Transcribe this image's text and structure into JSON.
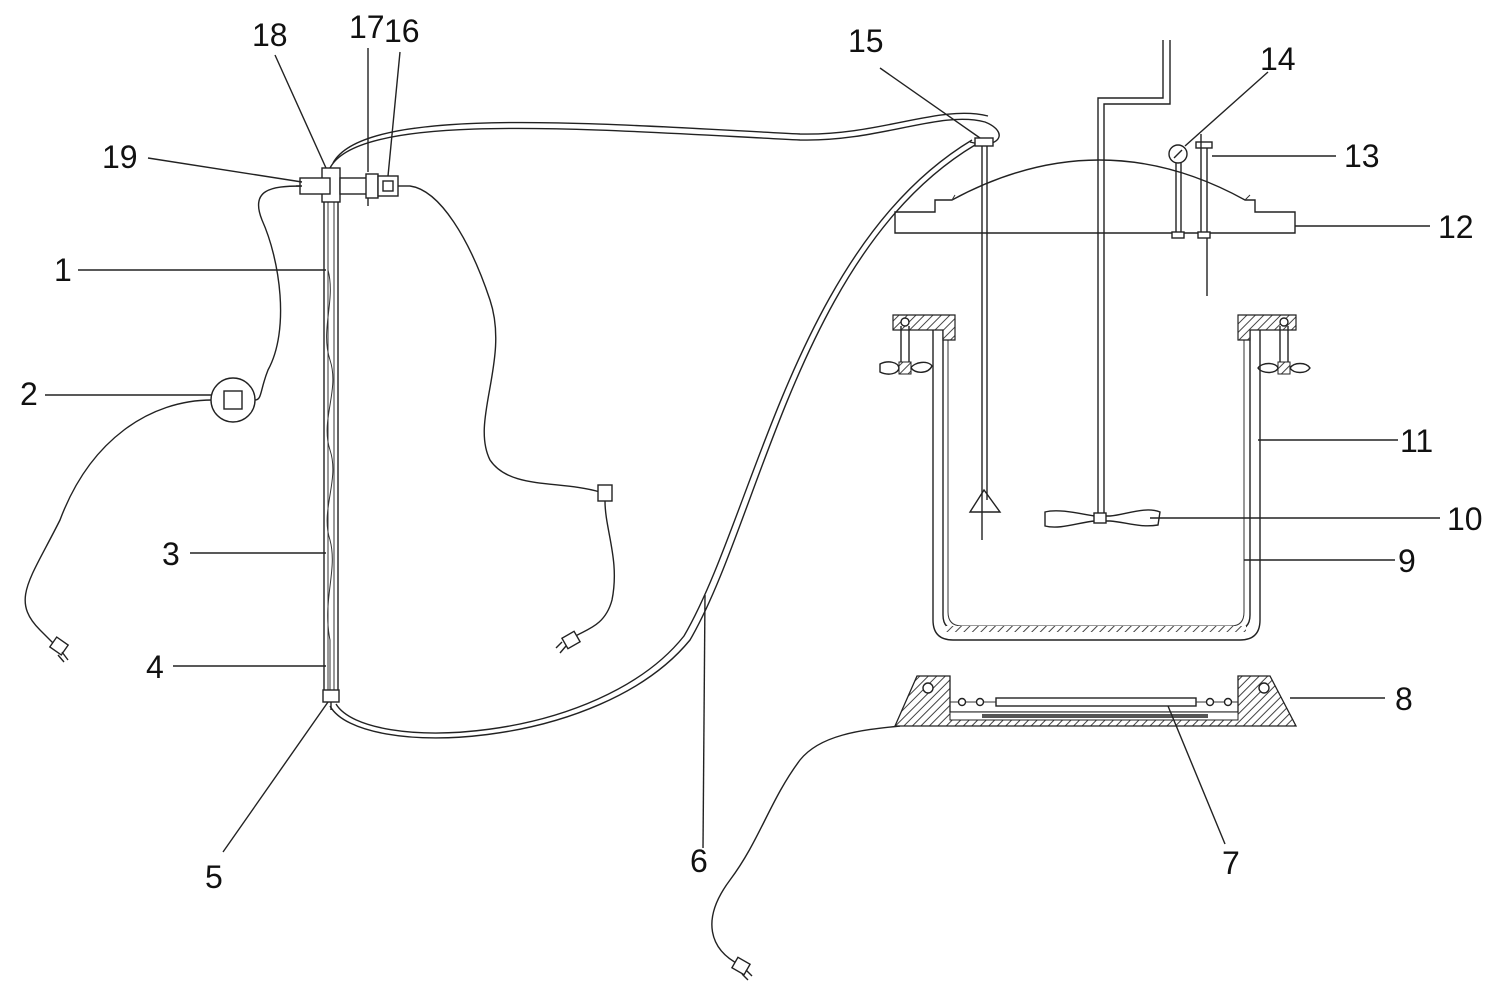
{
  "labels": {
    "l1": "1",
    "l2": "2",
    "l3": "3",
    "l4": "4",
    "l5": "5",
    "l6": "6",
    "l7": "7",
    "l8": "8",
    "l9": "9",
    "l10": "10",
    "l11": "11",
    "l12": "12",
    "l13": "13",
    "l14": "14",
    "l15": "15",
    "l16": "16",
    "l17": "17",
    "l18": "18",
    "l19": "19"
  },
  "colors": {
    "ink": "#222222",
    "hatch": "#555555",
    "background": "#ffffff"
  }
}
